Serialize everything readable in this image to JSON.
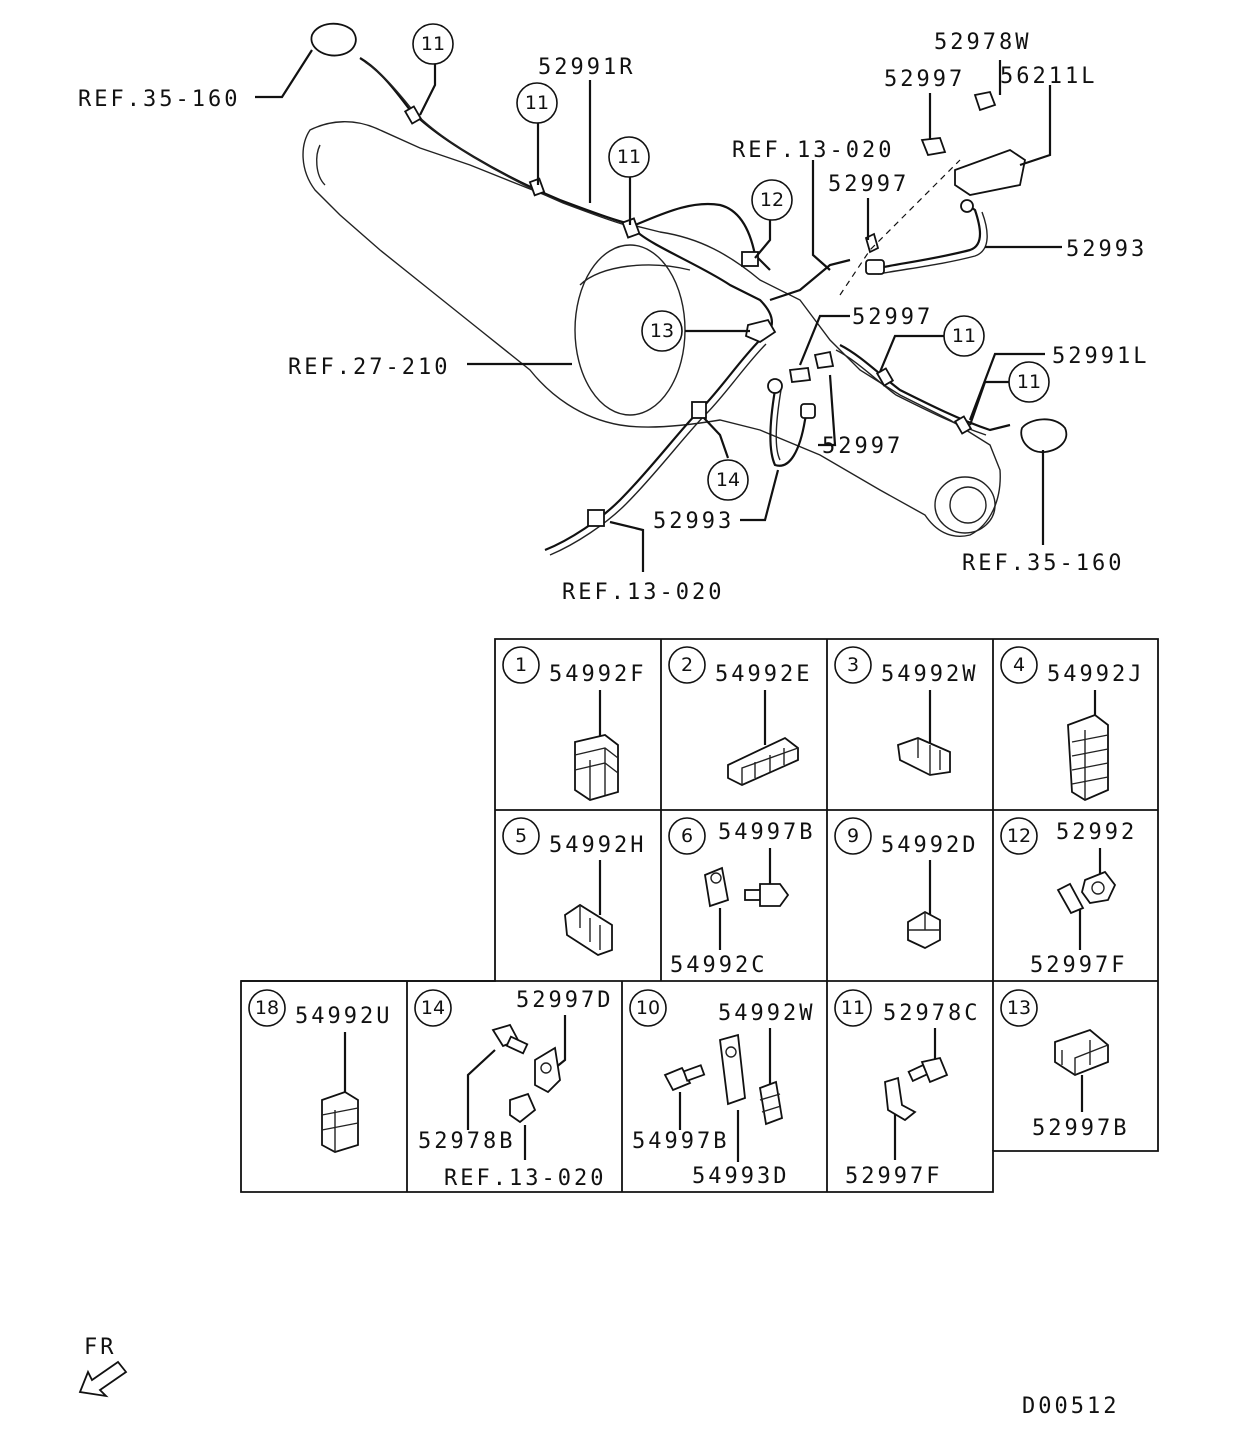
{
  "diagram_id": "D00512",
  "front_indicator": "FR",
  "main_labels": {
    "ref_35_160_left": "REF.35-160",
    "ref_35_160_right": "REF.35-160",
    "ref_27_210": "REF.27-210",
    "ref_13_020_top": "REF.13-020",
    "ref_13_020_bottom": "REF.13-020",
    "p52991R": "52991R",
    "p52991L": "52991L",
    "p52978W": "52978W",
    "p52997_a": "52997",
    "p56211L": "56211L",
    "p52997_b": "52997",
    "p52993_a": "52993",
    "p52997_c": "52997",
    "p52997_d": "52997",
    "p52993_b": "52993"
  },
  "main_callouts": {
    "c11_a": "11",
    "c11_b": "11",
    "c11_c": "11",
    "c11_d": "11",
    "c11_e": "11",
    "c12": "12",
    "c13": "13",
    "c14": "14"
  },
  "cells": {
    "c1": {
      "num": "1",
      "parts": [
        "54992F"
      ]
    },
    "c2": {
      "num": "2",
      "parts": [
        "54992E"
      ]
    },
    "c3": {
      "num": "3",
      "parts": [
        "54992W"
      ]
    },
    "c4": {
      "num": "4",
      "parts": [
        "54992J"
      ]
    },
    "c5": {
      "num": "5",
      "parts": [
        "54992H"
      ]
    },
    "c6": {
      "num": "6",
      "parts": [
        "54997B",
        "54992C"
      ]
    },
    "c9": {
      "num": "9",
      "parts": [
        "54992D"
      ]
    },
    "c12": {
      "num": "12",
      "parts": [
        "52992",
        "52997F"
      ]
    },
    "c18": {
      "num": "18",
      "parts": [
        "54992U"
      ]
    },
    "c14": {
      "num": "14",
      "parts": [
        "52997D",
        "52978B",
        "REF.13-020"
      ]
    },
    "c10": {
      "num": "10",
      "parts": [
        "54992W",
        "54997B",
        "54993D"
      ]
    },
    "c11": {
      "num": "11",
      "parts": [
        "52978C",
        "52997F"
      ]
    },
    "c13": {
      "num": "13",
      "parts": [
        "52997B"
      ]
    }
  }
}
